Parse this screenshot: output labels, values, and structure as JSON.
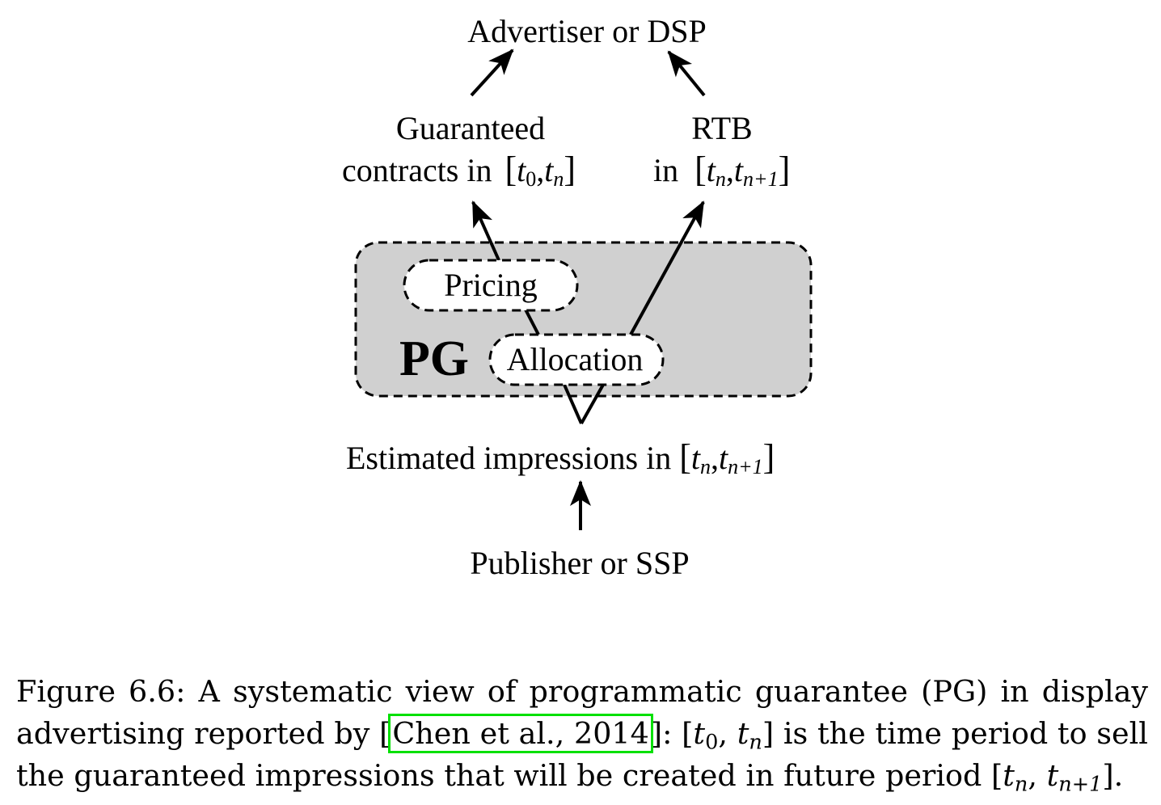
{
  "diagram": {
    "top_label": "Advertiser or DSP",
    "guaranteed": {
      "line1": "Guaranteed",
      "line2_prefix": "contracts in "
    },
    "rtb": {
      "line1": "RTB",
      "line2_prefix": "in "
    },
    "pg_label": "PG",
    "pricing_label": "Pricing",
    "allocation_label": "Allocation",
    "estimated_prefix": "Estimated impressions in ",
    "bottom_label": "Publisher or SSP",
    "math": {
      "t": "t",
      "sub0": "0",
      "subn": "n",
      "subn1": "n+1",
      "lb": "[",
      "rb": "]",
      "comma": ","
    }
  },
  "caption": {
    "figure_label": "Figure 6.6:",
    "text_1": " A systematic view of programmatic guarantee (PG) in display advertising reported by ",
    "cite_open": "[",
    "citation": "Chen et al., 2014",
    "cite_close": "]",
    "text_2": ": ",
    "text_3": " is the time period to sell the guaranteed impressions that will be created in future period ",
    "text_4": "."
  },
  "colors": {
    "pg_fill": "#d0d0d0",
    "citation_box": "#00e000"
  }
}
